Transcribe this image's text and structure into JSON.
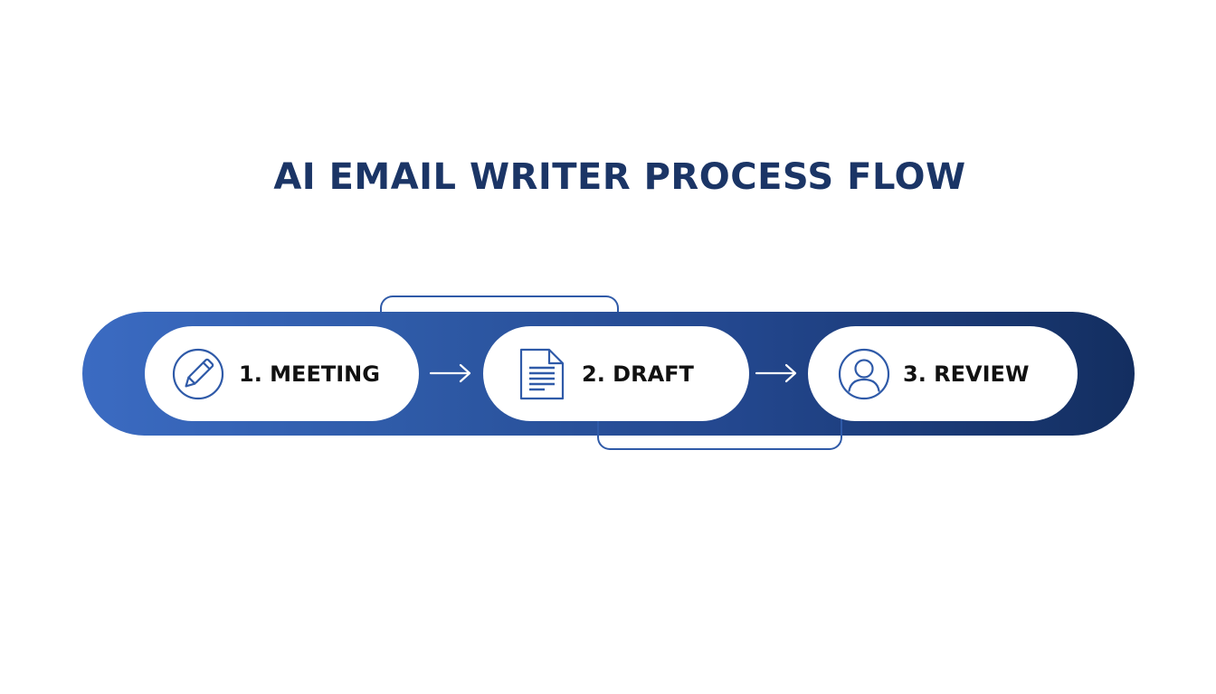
{
  "title": "AI EMAIL WRITER PROCESS FLOW",
  "colors": {
    "title": "#1b3566",
    "track_start": "#3b6bc2",
    "track_end": "#132e60",
    "icon_stroke": "#2f5aa8",
    "step_background": "#ffffff",
    "step_text": "#111111"
  },
  "steps": [
    {
      "label": "1. MEETING",
      "icon": "pen-icon"
    },
    {
      "label": "2. DRAFT",
      "icon": "document-icon"
    },
    {
      "label": "3. REVIEW",
      "icon": "user-icon"
    }
  ],
  "connectors": [
    {
      "icon": "arrow-right-icon"
    },
    {
      "icon": "arrow-right-icon"
    }
  ]
}
